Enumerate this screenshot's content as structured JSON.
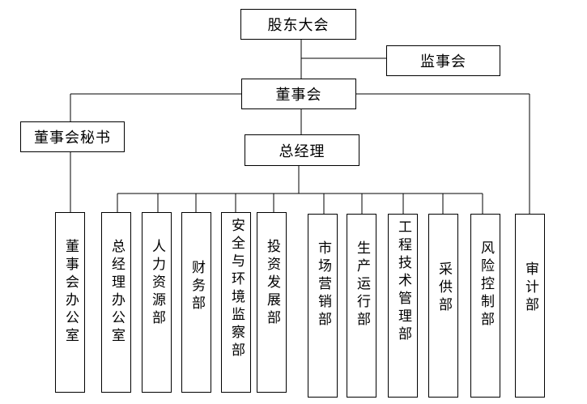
{
  "chart": {
    "top": {
      "shareholders": "股东大会",
      "supervisors": "监事会",
      "board": "董事会",
      "secretary": "董事会秘书",
      "gm": "总经理"
    },
    "departments": {
      "board_office": "董事会办公室",
      "gm_office": "总经理办公室",
      "hr": "人力资源部",
      "finance": "财务部",
      "safety": "安全与环境监察部",
      "investment": "投资发展部",
      "marketing": "市场营销部",
      "production": "生产运行部",
      "engineering": "工程技术管理部",
      "procurement": "采供部",
      "risk": "风险控制部",
      "audit": "审计部"
    }
  }
}
